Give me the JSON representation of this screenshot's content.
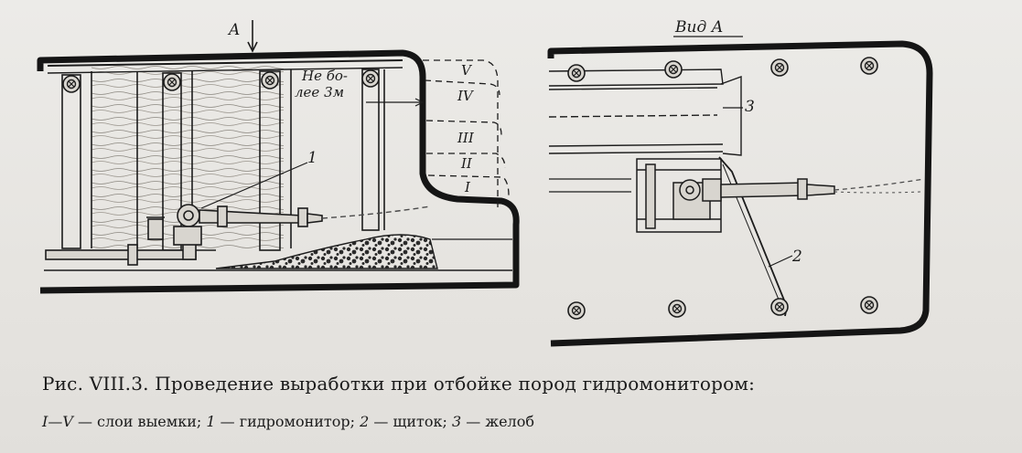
{
  "diagram": {
    "left_view": {
      "arrow_label": "A",
      "note_line1": "Не бо-",
      "note_line2": "лее 3м",
      "layers": [
        "V",
        "IV",
        "III",
        "II",
        "I"
      ],
      "callout_1": "1"
    },
    "right_view": {
      "title": "Вид А",
      "callout_2": "2",
      "callout_3": "3"
    }
  },
  "caption": {
    "title": "Рис. VIII.3. Проведение выработки при отбойке пород гидромонитором:",
    "legend": [
      {
        "key": "I—V",
        "sep": " — ",
        "text": "слои выемки;"
      },
      {
        "key": "1",
        "sep": " — ",
        "text": "гидромонитор;"
      },
      {
        "key": "2",
        "sep": " — ",
        "text": "щиток;"
      },
      {
        "key": "3",
        "sep": " — ",
        "text": "желоб"
      }
    ]
  },
  "colors": {
    "ink": "#1c1c1c",
    "paper": "#e9e7e3",
    "wood": "#cfcac1"
  }
}
